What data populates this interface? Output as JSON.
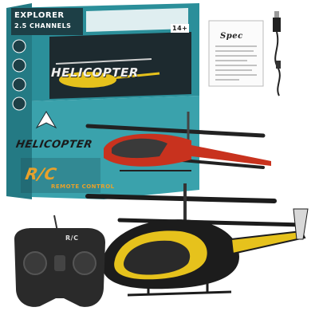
{
  "box": {
    "top_line_1": "EXPLORER",
    "top_line_2": "2.5 CHANNELS",
    "age_badge": "14+",
    "front_logo": "HELICOPTER",
    "side_logo": "HELICOPTER",
    "side_badge": "R/C",
    "side_subtitle": "REMOTE CONTROL"
  },
  "remote": {
    "badge": "R/C"
  },
  "manual": {
    "title": "Spec"
  },
  "colors": {
    "box_teal": "#2b8f9a",
    "box_dark": "#1d2a2f",
    "heli_yellow": "#e6c21c",
    "heli_red": "#c8321e",
    "heli_black": "#1c1c1c",
    "box_orange": "#e8a12b"
  }
}
